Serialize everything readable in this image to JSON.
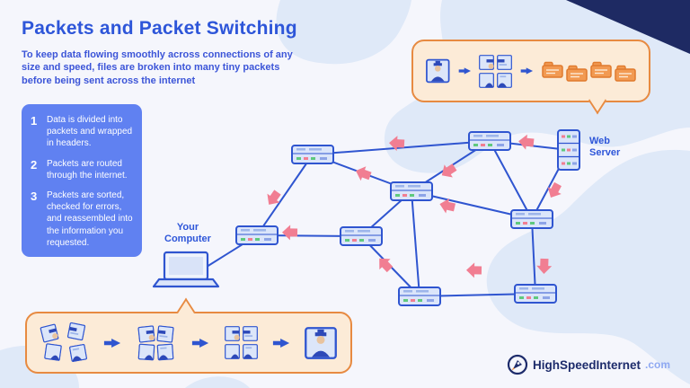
{
  "page": {
    "title": "Packets and Packet Switching",
    "intro": "To keep data flowing smoothly across connections of any size and speed, files are broken into many tiny packets before being sent across the internet"
  },
  "steps": [
    {
      "num": "1",
      "text": "Data is divided into packets and wrapped in headers."
    },
    {
      "num": "2",
      "text": "Packets are routed through the internet."
    },
    {
      "num": "3",
      "text": "Packets are sorted, checked for errors, and reassembled into the information you requested."
    }
  ],
  "network": {
    "your_computer_label": "Your Computer",
    "web_server_label": "Web Server"
  },
  "callouts": {
    "top_meaning": "file-broken-into-packets",
    "bottom_meaning": "packets-reassembled-into-file"
  },
  "branding": {
    "logo_text": "HighSpeedInternet",
    "logo_tld": ".com"
  },
  "colors": {
    "accent_blue": "#2e56d9",
    "panel_blue": "#6081f1",
    "link_blue": "#2f55d0",
    "arrow_pink": "#f17e92",
    "callout_fill": "#fcebd7",
    "callout_border": "#e78a41",
    "navy": "#1e2a63",
    "map_fill": "#dfe9f8"
  }
}
